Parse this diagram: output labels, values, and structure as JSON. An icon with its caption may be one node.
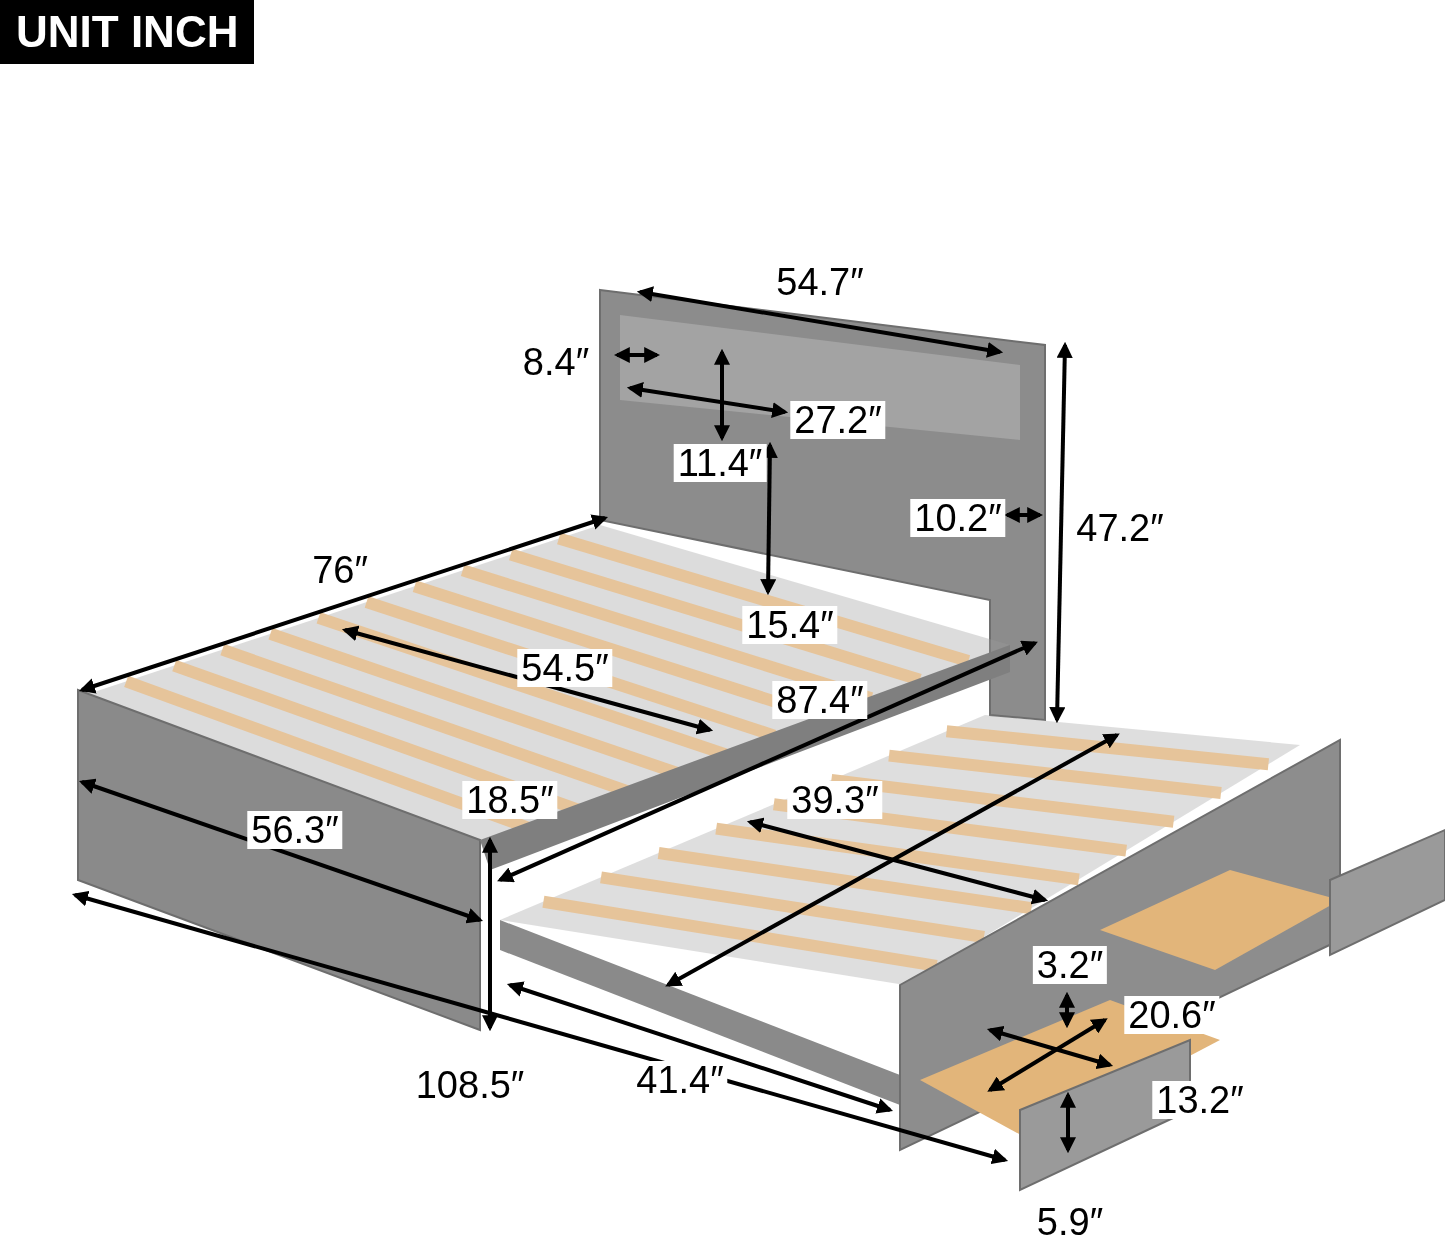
{
  "diagram": {
    "title": "UNIT INCH",
    "labels": [
      "54.7″",
      "8.4″",
      "27.2″",
      "11.4″",
      "10.2″",
      "47.2″",
      "76″",
      "15.4″",
      "54.5″",
      "87.4″",
      "18.5″",
      "56.3″",
      "39.3″",
      "3.2″",
      "20.6″",
      "41.4″",
      "13.2″",
      "108.5″",
      "5.9″"
    ]
  }
}
